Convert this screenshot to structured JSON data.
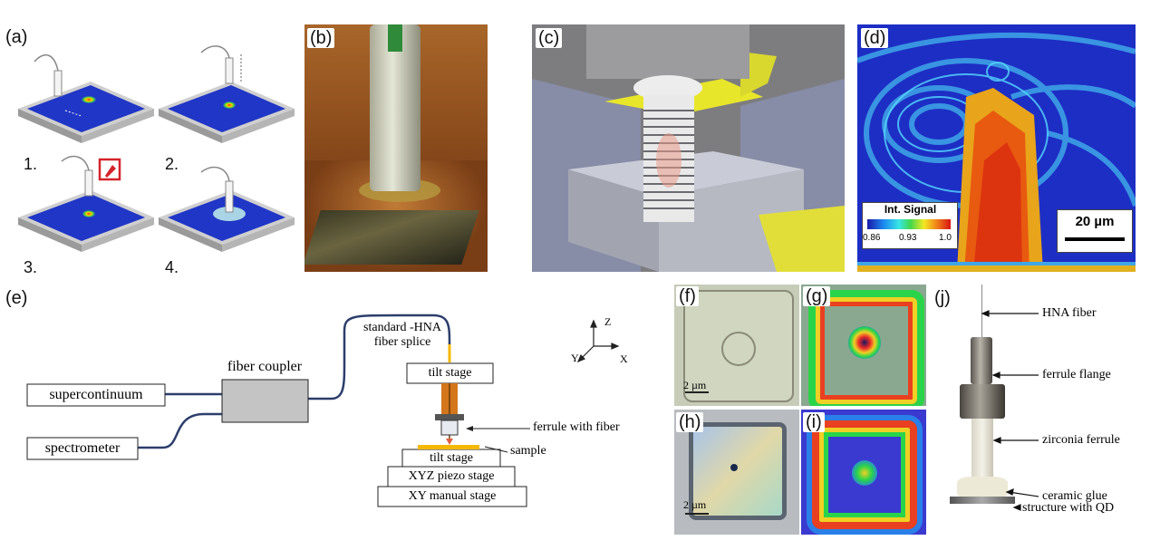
{
  "labels": {
    "a": "(a)",
    "b": "(b)",
    "c": "(c)",
    "d": "(d)",
    "e": "(e)",
    "f": "(f)",
    "g": "(g)",
    "h": "(h)",
    "i": "(i)",
    "j": "(j)"
  },
  "panel_a": {
    "steps": [
      "1.",
      "2.",
      "3.",
      "4."
    ]
  },
  "panel_d": {
    "colorbar_title": "Int. Signal",
    "colorbar_ticks": [
      "0.86",
      "0.93",
      "1.0"
    ],
    "scalebar": "20 µm"
  },
  "panel_e": {
    "boxes": {
      "supercontinuum": "supercontinuum",
      "spectrometer": "spectrometer",
      "fiber_coupler": "fiber coupler",
      "tilt_stage_top": "tilt stage",
      "tilt_stage_bottom": "tilt stage",
      "xyz_piezo": "XYZ piezo stage",
      "xy_manual": "XY manual stage"
    },
    "splice_line1": "standard -HNA",
    "splice_line2": "fiber splice",
    "ferrule_label": "ferrule with fiber",
    "sample_label": "sample",
    "axes": {
      "z": "Z",
      "y": "Y",
      "x": "X"
    }
  },
  "panel_f": {
    "scalebar": "2 µm"
  },
  "panel_h": {
    "scalebar": "2 µm"
  },
  "panel_j": {
    "annotations": [
      "HNA fiber",
      "ferrule flange",
      "zirconia ferrule",
      "ceramic glue",
      "structure with QD"
    ]
  },
  "colors": {
    "fiber": "#2c3e6b",
    "coupler": "#c4c4c4",
    "sample": "#f5b800",
    "ferrule": "#d4761c",
    "map_blue": "#1a34c8"
  }
}
